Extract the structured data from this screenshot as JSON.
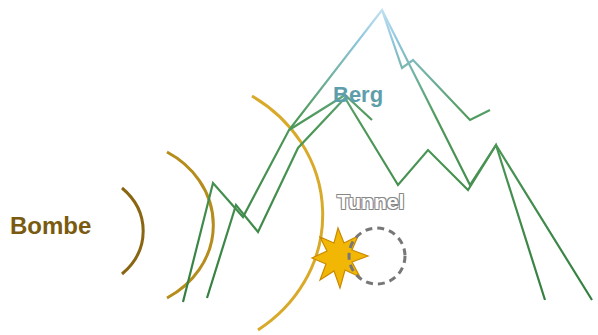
{
  "diagram": {
    "nodes": [
      {
        "text": [
          "Tunnel"
        ]
      }
    ],
    "labels": [
      "Bombe",
      "Berg"
    ]
  }
}
